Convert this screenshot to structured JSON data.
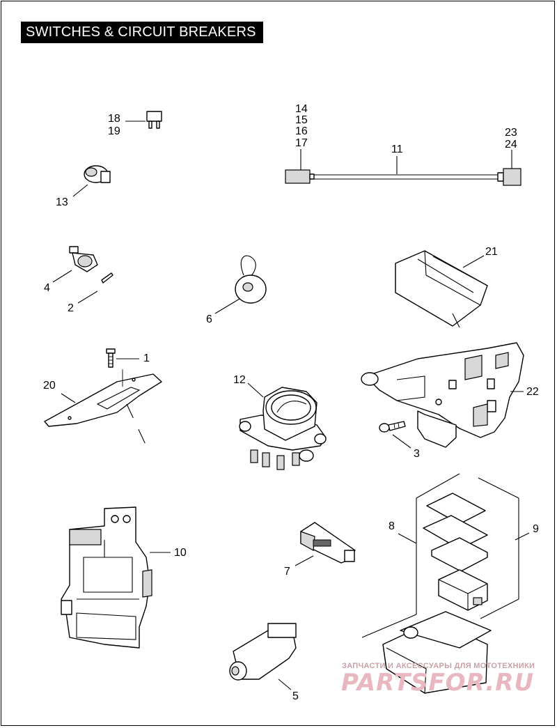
{
  "title": "SWITCHES & CIRCUIT BREAKERS",
  "callouts": {
    "c1": "1",
    "c2": "2",
    "c3": "3",
    "c4": "4",
    "c5": "5",
    "c6": "6",
    "c7": "7",
    "c8": "8",
    "c9": "9",
    "c10": "10",
    "c11": "11",
    "c12": "12",
    "c13": "13",
    "c14": "14",
    "c15": "15",
    "c16": "16",
    "c17": "17",
    "c18": "18",
    "c19": "19",
    "c20": "20",
    "c21": "21",
    "c22": "22",
    "c23": "23",
    "c24": "24"
  },
  "watermark": {
    "tagline": "ЗАПЧАСТИ И АКСЕССУАРЫ ДЛЯ МОТОТЕХНИКИ",
    "logo": "PARTSFOR.RU"
  }
}
